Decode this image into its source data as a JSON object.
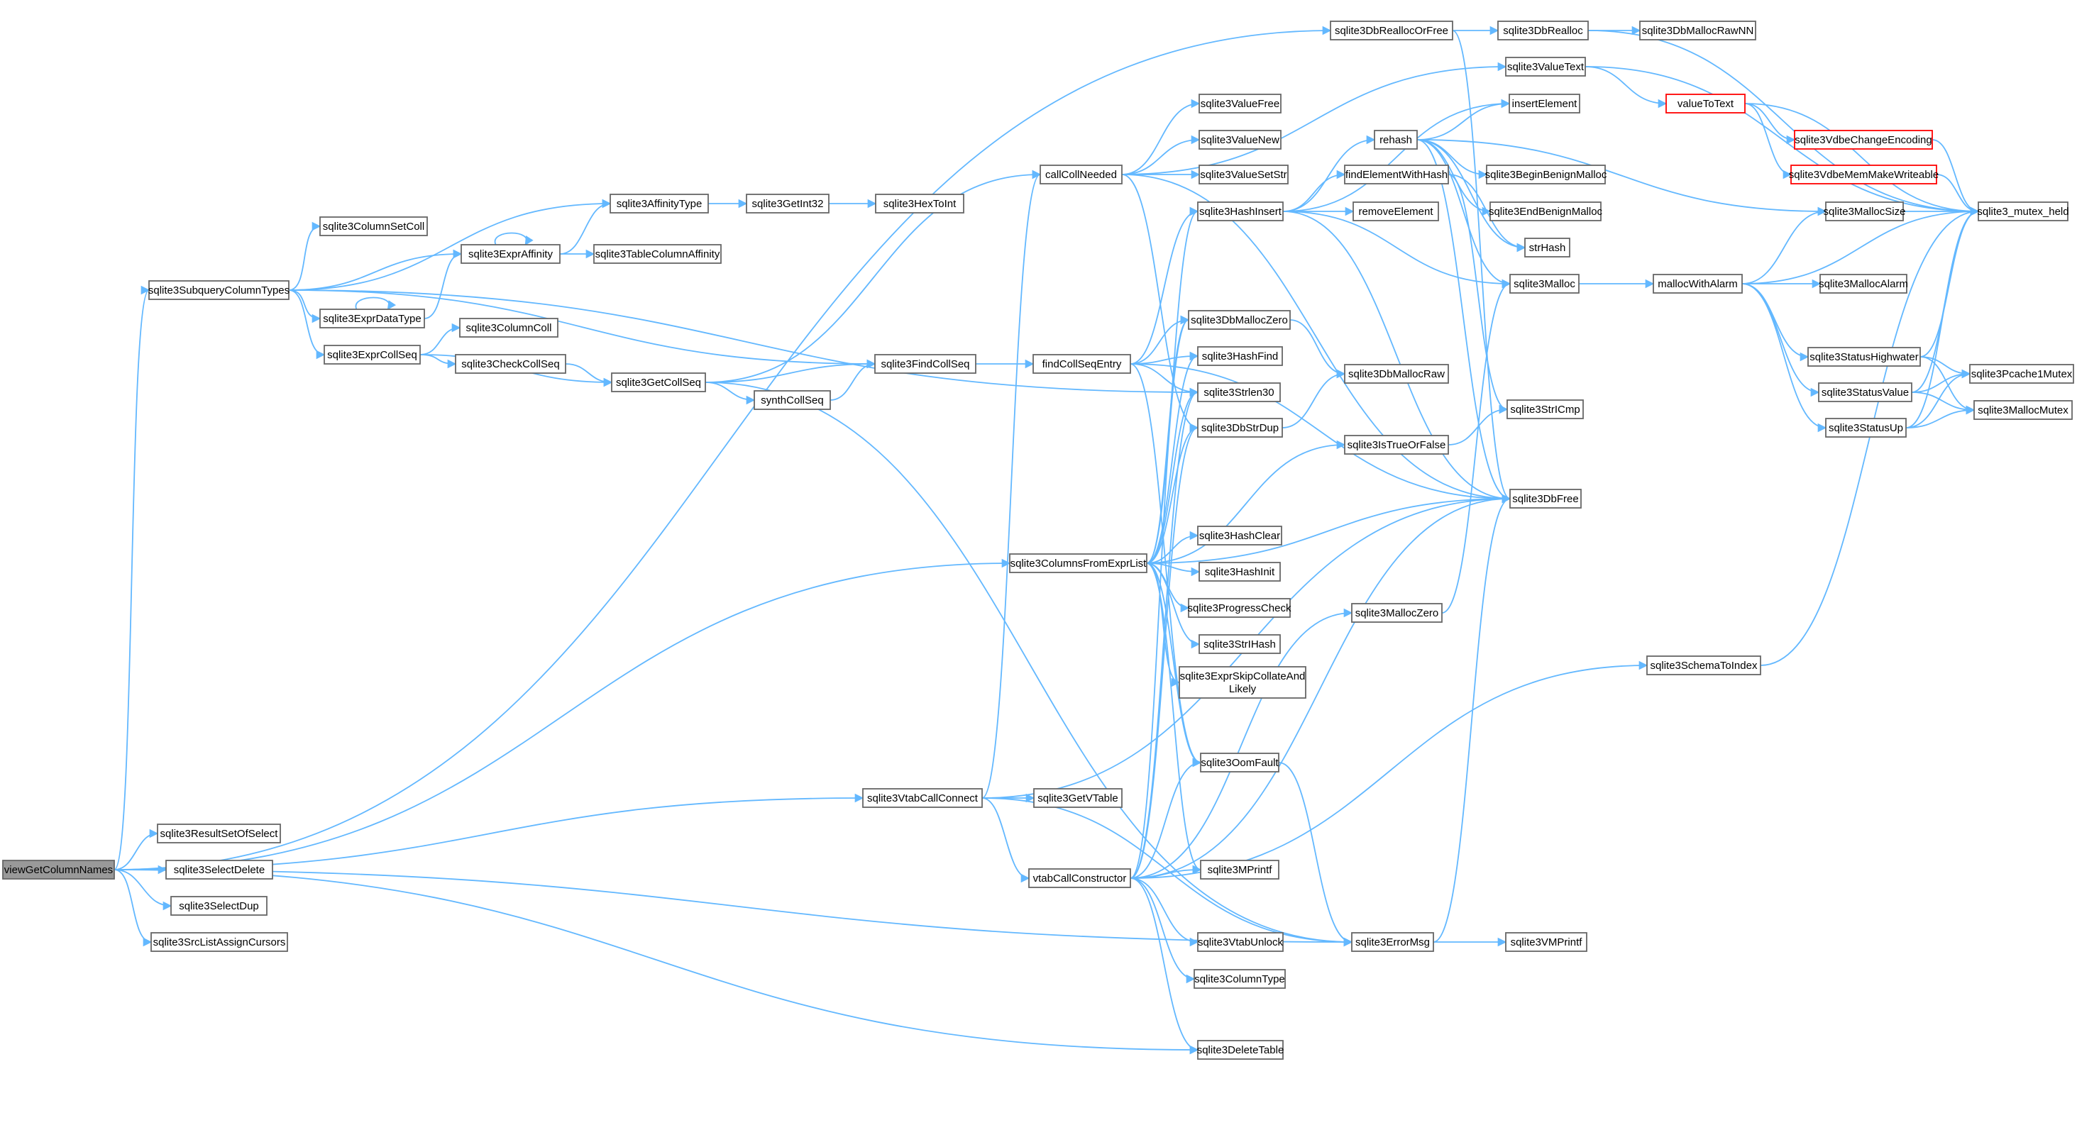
{
  "colors": {
    "edge": "#63b8ff",
    "node_border": "#666666",
    "root_fill": "#999999",
    "truncated_border": "#ff0000",
    "background": "#ffffff"
  },
  "nodes": [
    {
      "id": "viewGetColumnNames",
      "label": "viewGetColumnNames",
      "root": true
    },
    {
      "id": "sqlite3SubqueryColumnTypes",
      "label": "sqlite3SubqueryColumnTypes"
    },
    {
      "id": "sqlite3ResultSetOfSelect",
      "label": "sqlite3ResultSetOfSelect"
    },
    {
      "id": "sqlite3SelectDelete",
      "label": "sqlite3SelectDelete"
    },
    {
      "id": "sqlite3SelectDup",
      "label": "sqlite3SelectDup"
    },
    {
      "id": "sqlite3SrcListAssignCursors",
      "label": "sqlite3SrcListAssignCursors"
    },
    {
      "id": "sqlite3ColumnSetColl",
      "label": "sqlite3ColumnSetColl"
    },
    {
      "id": "sqlite3ExprAffinity",
      "label": "sqlite3ExprAffinity"
    },
    {
      "id": "sqlite3ExprDataType",
      "label": "sqlite3ExprDataType"
    },
    {
      "id": "sqlite3ExprCollSeq",
      "label": "sqlite3ExprCollSeq"
    },
    {
      "id": "sqlite3AffinityType",
      "label": "sqlite3AffinityType"
    },
    {
      "id": "sqlite3TableColumnAffinity",
      "label": "sqlite3TableColumnAffinity"
    },
    {
      "id": "sqlite3ColumnColl",
      "label": "sqlite3ColumnColl"
    },
    {
      "id": "sqlite3CheckCollSeq",
      "label": "sqlite3CheckCollSeq"
    },
    {
      "id": "sqlite3GetCollSeq",
      "label": "sqlite3GetCollSeq"
    },
    {
      "id": "sqlite3GetInt32",
      "label": "sqlite3GetInt32"
    },
    {
      "id": "sqlite3HexToInt",
      "label": "sqlite3HexToInt"
    },
    {
      "id": "synthCollSeq",
      "label": "synthCollSeq"
    },
    {
      "id": "sqlite3FindCollSeq",
      "label": "sqlite3FindCollSeq"
    },
    {
      "id": "callCollNeeded",
      "label": "callCollNeeded"
    },
    {
      "id": "findCollSeqEntry",
      "label": "findCollSeqEntry"
    },
    {
      "id": "sqlite3ColumnsFromExprList",
      "label": "sqlite3ColumnsFromExprList"
    },
    {
      "id": "sqlite3VtabCallConnect",
      "label": "sqlite3VtabCallConnect"
    },
    {
      "id": "sqlite3GetVTable",
      "label": "sqlite3GetVTable"
    },
    {
      "id": "vtabCallConstructor",
      "label": "vtabCallConstructor"
    },
    {
      "id": "sqlite3DbReallocOrFree",
      "label": "sqlite3DbReallocOrFree"
    },
    {
      "id": "sqlite3ValueText",
      "label": "sqlite3ValueText"
    },
    {
      "id": "sqlite3ValueFree",
      "label": "sqlite3ValueFree"
    },
    {
      "id": "sqlite3ValueNew",
      "label": "sqlite3ValueNew"
    },
    {
      "id": "sqlite3ValueSetStr",
      "label": "sqlite3ValueSetStr"
    },
    {
      "id": "sqlite3HashInsert",
      "label": "sqlite3HashInsert"
    },
    {
      "id": "sqlite3DbMallocZero",
      "label": "sqlite3DbMallocZero"
    },
    {
      "id": "sqlite3HashFind",
      "label": "sqlite3HashFind"
    },
    {
      "id": "sqlite3Strlen30",
      "label": "sqlite3Strlen30"
    },
    {
      "id": "sqlite3DbStrDup",
      "label": "sqlite3DbStrDup"
    },
    {
      "id": "sqlite3HashClear",
      "label": "sqlite3HashClear"
    },
    {
      "id": "sqlite3HashInit",
      "label": "sqlite3HashInit"
    },
    {
      "id": "sqlite3ProgressCheck",
      "label": "sqlite3ProgressCheck"
    },
    {
      "id": "sqlite3StrIHash",
      "label": "sqlite3StrIHash"
    },
    {
      "id": "sqlite3ExprSkipCollateAndLikely",
      "label": "sqlite3ExprSkipCollateAnd\nLikely"
    },
    {
      "id": "sqlite3OomFault",
      "label": "sqlite3OomFault"
    },
    {
      "id": "sqlite3MPrintf",
      "label": "sqlite3MPrintf"
    },
    {
      "id": "sqlite3VtabUnlock",
      "label": "sqlite3VtabUnlock"
    },
    {
      "id": "sqlite3ColumnType",
      "label": "sqlite3ColumnType"
    },
    {
      "id": "sqlite3DeleteTable",
      "label": "sqlite3DeleteTable"
    },
    {
      "id": "rehash",
      "label": "rehash"
    },
    {
      "id": "findElementWithHash",
      "label": "findElementWithHash"
    },
    {
      "id": "removeElement",
      "label": "removeElement"
    },
    {
      "id": "sqlite3DbMallocRaw",
      "label": "sqlite3DbMallocRaw"
    },
    {
      "id": "sqlite3IsTrueOrFalse",
      "label": "sqlite3IsTrueOrFalse"
    },
    {
      "id": "sqlite3MallocZero",
      "label": "sqlite3MallocZero"
    },
    {
      "id": "sqlite3ErrorMsg",
      "label": "sqlite3ErrorMsg"
    },
    {
      "id": "sqlite3DbRealloc",
      "label": "sqlite3DbRealloc"
    },
    {
      "id": "insertElement",
      "label": "insertElement"
    },
    {
      "id": "sqlite3BeginBenignMalloc",
      "label": "sqlite3BeginBenignMalloc"
    },
    {
      "id": "sqlite3EndBenignMalloc",
      "label": "sqlite3EndBenignMalloc"
    },
    {
      "id": "strHash",
      "label": "strHash"
    },
    {
      "id": "sqlite3Malloc",
      "label": "sqlite3Malloc"
    },
    {
      "id": "sqlite3StrICmp",
      "label": "sqlite3StrICmp"
    },
    {
      "id": "sqlite3DbFree",
      "label": "sqlite3DbFree"
    },
    {
      "id": "sqlite3VMPrintf",
      "label": "sqlite3VMPrintf"
    },
    {
      "id": "sqlite3SchemaToIndex",
      "label": "sqlite3SchemaToIndex"
    },
    {
      "id": "sqlite3DbMallocRawNN",
      "label": "sqlite3DbMallocRawNN"
    },
    {
      "id": "valueToText",
      "label": "valueToText",
      "truncated": true
    },
    {
      "id": "sqlite3VdbeChangeEncoding",
      "label": "sqlite3VdbeChangeEncoding",
      "truncated": true
    },
    {
      "id": "sqlite3VdbeMemMakeWriteable",
      "label": "sqlite3VdbeMemMakeWriteable",
      "truncated": true
    },
    {
      "id": "sqlite3MallocSize",
      "label": "sqlite3MallocSize"
    },
    {
      "id": "mallocWithAlarm",
      "label": "mallocWithAlarm"
    },
    {
      "id": "sqlite3MallocAlarm",
      "label": "sqlite3MallocAlarm"
    },
    {
      "id": "sqlite3StatusHighwater",
      "label": "sqlite3StatusHighwater"
    },
    {
      "id": "sqlite3StatusValue",
      "label": "sqlite3StatusValue"
    },
    {
      "id": "sqlite3StatusUp",
      "label": "sqlite3StatusUp"
    },
    {
      "id": "sqlite3_mutex_held",
      "label": "sqlite3_mutex_held"
    },
    {
      "id": "sqlite3Pcache1Mutex",
      "label": "sqlite3Pcache1Mutex"
    },
    {
      "id": "sqlite3MallocMutex",
      "label": "sqlite3MallocMutex"
    }
  ],
  "edges": [
    [
      "viewGetColumnNames",
      "sqlite3SubqueryColumnTypes"
    ],
    [
      "viewGetColumnNames",
      "sqlite3ResultSetOfSelect"
    ],
    [
      "viewGetColumnNames",
      "sqlite3SelectDelete"
    ],
    [
      "viewGetColumnNames",
      "sqlite3SelectDup"
    ],
    [
      "viewGetColumnNames",
      "sqlite3SrcListAssignCursors"
    ],
    [
      "viewGetColumnNames",
      "sqlite3ColumnsFromExprList"
    ],
    [
      "viewGetColumnNames",
      "sqlite3VtabCallConnect"
    ],
    [
      "viewGetColumnNames",
      "sqlite3DeleteTable"
    ],
    [
      "viewGetColumnNames",
      "sqlite3ErrorMsg"
    ],
    [
      "viewGetColumnNames",
      "sqlite3DbReallocOrFree"
    ],
    [
      "sqlite3SubqueryColumnTypes",
      "sqlite3ColumnSetColl"
    ],
    [
      "sqlite3SubqueryColumnTypes",
      "sqlite3ExprAffinity"
    ],
    [
      "sqlite3SubqueryColumnTypes",
      "sqlite3ExprDataType"
    ],
    [
      "sqlite3SubqueryColumnTypes",
      "sqlite3ExprCollSeq"
    ],
    [
      "sqlite3SubqueryColumnTypes",
      "sqlite3AffinityType"
    ],
    [
      "sqlite3SubqueryColumnTypes",
      "sqlite3FindCollSeq"
    ],
    [
      "sqlite3SubqueryColumnTypes",
      "sqlite3Strlen30"
    ],
    [
      "sqlite3ExprAffinity",
      "sqlite3ExprAffinity"
    ],
    [
      "sqlite3ExprAffinity",
      "sqlite3AffinityType"
    ],
    [
      "sqlite3ExprAffinity",
      "sqlite3TableColumnAffinity"
    ],
    [
      "sqlite3ExprDataType",
      "sqlite3ExprDataType"
    ],
    [
      "sqlite3ExprDataType",
      "sqlite3ExprAffinity"
    ],
    [
      "sqlite3ExprCollSeq",
      "sqlite3ColumnColl"
    ],
    [
      "sqlite3ExprCollSeq",
      "sqlite3CheckCollSeq"
    ],
    [
      "sqlite3ExprCollSeq",
      "sqlite3GetCollSeq"
    ],
    [
      "sqlite3CheckCollSeq",
      "sqlite3GetCollSeq"
    ],
    [
      "sqlite3AffinityType",
      "sqlite3GetInt32"
    ],
    [
      "sqlite3GetInt32",
      "sqlite3HexToInt"
    ],
    [
      "sqlite3GetCollSeq",
      "synthCollSeq"
    ],
    [
      "sqlite3GetCollSeq",
      "sqlite3FindCollSeq"
    ],
    [
      "sqlite3GetCollSeq",
      "callCollNeeded"
    ],
    [
      "sqlite3GetCollSeq",
      "sqlite3ErrorMsg"
    ],
    [
      "synthCollSeq",
      "sqlite3FindCollSeq"
    ],
    [
      "sqlite3FindCollSeq",
      "findCollSeqEntry"
    ],
    [
      "callCollNeeded",
      "sqlite3ValueText"
    ],
    [
      "callCollNeeded",
      "sqlite3ValueFree"
    ],
    [
      "callCollNeeded",
      "sqlite3ValueNew"
    ],
    [
      "callCollNeeded",
      "sqlite3ValueSetStr"
    ],
    [
      "callCollNeeded",
      "sqlite3DbStrDup"
    ],
    [
      "callCollNeeded",
      "sqlite3DbFree"
    ],
    [
      "findCollSeqEntry",
      "sqlite3HashInsert"
    ],
    [
      "findCollSeqEntry",
      "sqlite3DbMallocZero"
    ],
    [
      "findCollSeqEntry",
      "sqlite3HashFind"
    ],
    [
      "findCollSeqEntry",
      "sqlite3Strlen30"
    ],
    [
      "findCollSeqEntry",
      "sqlite3OomFault"
    ],
    [
      "findCollSeqEntry",
      "sqlite3DbFree"
    ],
    [
      "sqlite3ColumnsFromExprList",
      "sqlite3DbMallocZero"
    ],
    [
      "sqlite3ColumnsFromExprList",
      "sqlite3HashFind"
    ],
    [
      "sqlite3ColumnsFromExprList",
      "sqlite3Strlen30"
    ],
    [
      "sqlite3ColumnsFromExprList",
      "sqlite3DbStrDup"
    ],
    [
      "sqlite3ColumnsFromExprList",
      "sqlite3HashInsert"
    ],
    [
      "sqlite3ColumnsFromExprList",
      "sqlite3HashClear"
    ],
    [
      "sqlite3ColumnsFromExprList",
      "sqlite3HashInit"
    ],
    [
      "sqlite3ColumnsFromExprList",
      "sqlite3ProgressCheck"
    ],
    [
      "sqlite3ColumnsFromExprList",
      "sqlite3StrIHash"
    ],
    [
      "sqlite3ColumnsFromExprList",
      "sqlite3ExprSkipCollateAndLikely"
    ],
    [
      "sqlite3ColumnsFromExprList",
      "sqlite3OomFault"
    ],
    [
      "sqlite3ColumnsFromExprList",
      "sqlite3MPrintf"
    ],
    [
      "sqlite3ColumnsFromExprList",
      "sqlite3IsTrueOrFalse"
    ],
    [
      "sqlite3ColumnsFromExprList",
      "sqlite3DbFree"
    ],
    [
      "sqlite3VtabCallConnect",
      "sqlite3GetVTable"
    ],
    [
      "sqlite3VtabCallConnect",
      "vtabCallConstructor"
    ],
    [
      "sqlite3VtabCallConnect",
      "callCollNeeded"
    ],
    [
      "sqlite3VtabCallConnect",
      "sqlite3DbFree"
    ],
    [
      "sqlite3VtabCallConnect",
      "sqlite3ErrorMsg"
    ],
    [
      "vtabCallConstructor",
      "sqlite3MPrintf"
    ],
    [
      "vtabCallConstructor",
      "sqlite3VtabUnlock"
    ],
    [
      "vtabCallConstructor",
      "sqlite3ColumnType"
    ],
    [
      "vtabCallConstructor",
      "sqlite3DeleteTable"
    ],
    [
      "vtabCallConstructor",
      "sqlite3OomFault"
    ],
    [
      "vtabCallConstructor",
      "sqlite3DbMallocZero"
    ],
    [
      "vtabCallConstructor",
      "sqlite3DbStrDup"
    ],
    [
      "vtabCallConstructor",
      "sqlite3Strlen30"
    ],
    [
      "vtabCallConstructor",
      "sqlite3MallocZero"
    ],
    [
      "vtabCallConstructor",
      "sqlite3SchemaToIndex"
    ],
    [
      "vtabCallConstructor",
      "sqlite3DbFree"
    ],
    [
      "sqlite3DbReallocOrFree",
      "sqlite3DbRealloc"
    ],
    [
      "sqlite3DbReallocOrFree",
      "sqlite3DbFree"
    ],
    [
      "sqlite3DbRealloc",
      "sqlite3DbMallocRawNN"
    ],
    [
      "sqlite3DbRealloc",
      "sqlite3_mutex_held"
    ],
    [
      "sqlite3ValueText",
      "valueToText"
    ],
    [
      "sqlite3ValueText",
      "sqlite3_mutex_held"
    ],
    [
      "valueToText",
      "sqlite3VdbeChangeEncoding"
    ],
    [
      "valueToText",
      "sqlite3VdbeMemMakeWriteable"
    ],
    [
      "valueToText",
      "sqlite3_mutex_held"
    ],
    [
      "sqlite3VdbeChangeEncoding",
      "sqlite3_mutex_held"
    ],
    [
      "sqlite3VdbeMemMakeWriteable",
      "sqlite3_mutex_held"
    ],
    [
      "sqlite3HashInsert",
      "rehash"
    ],
    [
      "sqlite3HashInsert",
      "findElementWithHash"
    ],
    [
      "sqlite3HashInsert",
      "removeElement"
    ],
    [
      "sqlite3HashInsert",
      "insertElement"
    ],
    [
      "sqlite3HashInsert",
      "sqlite3Malloc"
    ],
    [
      "sqlite3HashInsert",
      "sqlite3DbFree"
    ],
    [
      "rehash",
      "insertElement"
    ],
    [
      "rehash",
      "sqlite3BeginBenignMalloc"
    ],
    [
      "rehash",
      "sqlite3EndBenignMalloc"
    ],
    [
      "rehash",
      "sqlite3Malloc"
    ],
    [
      "rehash",
      "sqlite3MallocSize"
    ],
    [
      "rehash",
      "sqlite3DbFree"
    ],
    [
      "rehash",
      "strHash"
    ],
    [
      "findElementWithHash",
      "strHash"
    ],
    [
      "findElementWithHash",
      "sqlite3StrICmp"
    ],
    [
      "sqlite3DbMallocZero",
      "sqlite3DbMallocRaw"
    ],
    [
      "sqlite3DbStrDup",
      "sqlite3DbMallocRaw"
    ],
    [
      "sqlite3IsTrueOrFalse",
      "sqlite3StrICmp"
    ],
    [
      "sqlite3MallocZero",
      "sqlite3Malloc"
    ],
    [
      "sqlite3OomFault",
      "sqlite3ErrorMsg"
    ],
    [
      "sqlite3ErrorMsg",
      "sqlite3VMPrintf"
    ],
    [
      "sqlite3ErrorMsg",
      "sqlite3DbFree"
    ],
    [
      "sqlite3SchemaToIndex",
      "sqlite3_mutex_held"
    ],
    [
      "sqlite3Malloc",
      "mallocWithAlarm"
    ],
    [
      "mallocWithAlarm",
      "sqlite3MallocSize"
    ],
    [
      "mallocWithAlarm",
      "sqlite3MallocAlarm"
    ],
    [
      "mallocWithAlarm",
      "sqlite3StatusHighwater"
    ],
    [
      "mallocWithAlarm",
      "sqlite3StatusValue"
    ],
    [
      "mallocWithAlarm",
      "sqlite3StatusUp"
    ],
    [
      "mallocWithAlarm",
      "sqlite3_mutex_held"
    ],
    [
      "sqlite3MallocSize",
      "sqlite3_mutex_held"
    ],
    [
      "sqlite3StatusHighwater",
      "sqlite3_mutex_held"
    ],
    [
      "sqlite3StatusHighwater",
      "sqlite3Pcache1Mutex"
    ],
    [
      "sqlite3StatusHighwater",
      "sqlite3MallocMutex"
    ],
    [
      "sqlite3StatusValue",
      "sqlite3_mutex_held"
    ],
    [
      "sqlite3StatusValue",
      "sqlite3Pcache1Mutex"
    ],
    [
      "sqlite3StatusValue",
      "sqlite3MallocMutex"
    ],
    [
      "sqlite3StatusUp",
      "sqlite3_mutex_held"
    ],
    [
      "sqlite3StatusUp",
      "sqlite3Pcache1Mutex"
    ],
    [
      "sqlite3StatusUp",
      "sqlite3MallocMutex"
    ]
  ]
}
